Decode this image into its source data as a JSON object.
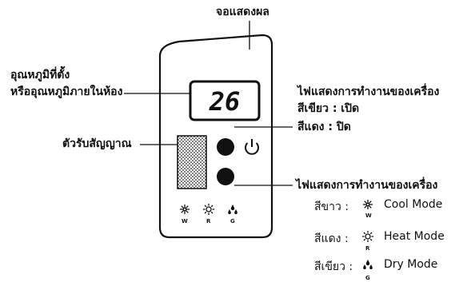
{
  "labels": {
    "display": "จอแสดงผล",
    "set_temp_line1": "อุณหภูมิที่ตั้ง",
    "set_temp_line2": "หรืออุณหภูมิภายในห้อง",
    "receiver": "ตัวรับสัญญาณ",
    "power_indicator": "ไฟแสดงการทำงานของเครื่อง",
    "green_on": "สีเขียว : เปิด",
    "red_off": "สีแดง  : ปิด",
    "mode_indicator": "ไฟแสดงการทำงานของเครื่อง"
  },
  "screen": {
    "temperature": "26"
  },
  "panel_icons": [
    {
      "icon": "snowflake-icon",
      "letter": "W"
    },
    {
      "icon": "sun-icon",
      "letter": "R"
    },
    {
      "icon": "droplets-icon",
      "letter": "G"
    }
  ],
  "legend": [
    {
      "color_label": "สีขาว :",
      "icon": "snowflake-icon",
      "letter": "W",
      "mode": "Cool Mode"
    },
    {
      "color_label": "สีแดง :",
      "icon": "sun-icon",
      "letter": "R",
      "mode": "Heat Mode"
    },
    {
      "color_label": "สีเขียว :",
      "icon": "droplets-icon",
      "letter": "G",
      "mode": "Dry Mode"
    }
  ]
}
